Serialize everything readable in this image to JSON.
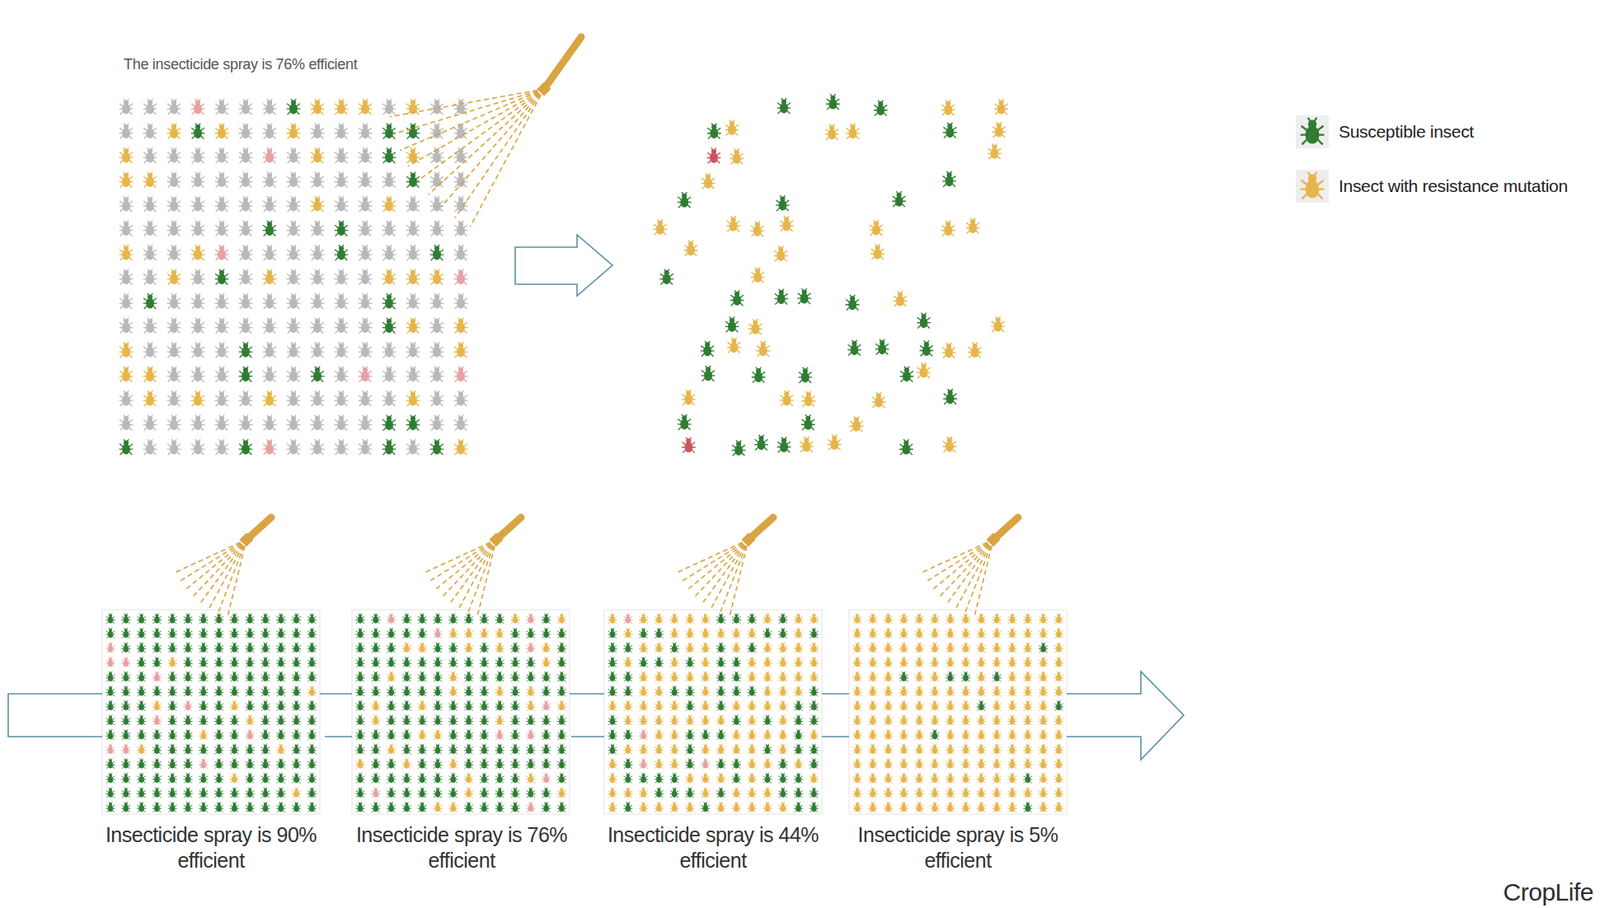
{
  "diagram": {
    "nodes": [
      {
        "text": [
          "The insecticide spray is 76% efficient"
        ]
      },
      {
        "text": [
          "Insecticide spray is 90% efficient"
        ]
      },
      {
        "text": [
          "Insecticide spray is 76% efficient"
        ]
      },
      {
        "text": [
          "Insecticide spray is 44% efficient"
        ]
      },
      {
        "text": [
          "Insecticide spray is 5% efficient"
        ]
      }
    ],
    "edges": [
      {
        "from": 1,
        "to": 2,
        "arrow": "none"
      },
      {
        "from": 2,
        "to": 3,
        "arrow": "none"
      },
      {
        "from": 3,
        "to": 4,
        "arrow": "none"
      }
    ],
    "labels": [
      "CropLife"
    ],
    "legend": [
      {
        "text": "Susceptible insect",
        "color": "#2f7d32"
      },
      {
        "text": "Insect with resistance mutation",
        "color": "#e6b64c"
      }
    ]
  }
}
